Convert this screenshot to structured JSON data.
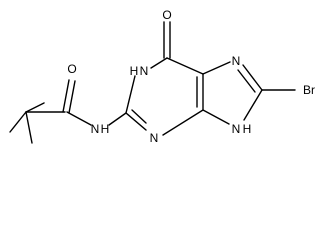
{
  "structure": {
    "atoms": [
      {
        "id": "carbonyl-oxygen-top",
        "text": "O"
      },
      {
        "id": "ring-nh-left",
        "text": "H"
      },
      {
        "id": "ring-n1-left",
        "text": "N"
      },
      {
        "id": "imidazole-n7",
        "text": "N"
      },
      {
        "id": "bromine",
        "text": "Br"
      },
      {
        "id": "imidazole-n9h",
        "text": "N"
      },
      {
        "id": "imidazole-n9h-h",
        "text": "H"
      },
      {
        "id": "amide-nh-n",
        "text": "N"
      },
      {
        "id": "amide-nh-h",
        "text": "H"
      },
      {
        "id": "ring-n3",
        "text": "N"
      },
      {
        "id": "amide-oxygen",
        "text": "O"
      }
    ]
  }
}
